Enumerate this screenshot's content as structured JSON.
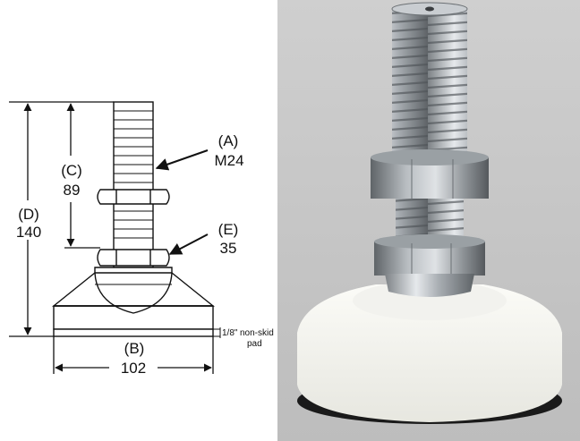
{
  "drawing": {
    "A": {
      "letter": "(A)",
      "value": "M24"
    },
    "B": {
      "letter": "(B)",
      "value": "102"
    },
    "C": {
      "letter": "(C)",
      "value": "89"
    },
    "D": {
      "letter": "(D)",
      "value": "140"
    },
    "E": {
      "letter": "(E)",
      "value": "35"
    },
    "pad_note": {
      "size": "1/8\"",
      "text1": "non-skid",
      "text2": "pad"
    }
  },
  "photo": {
    "background": "#c9c9c9"
  }
}
